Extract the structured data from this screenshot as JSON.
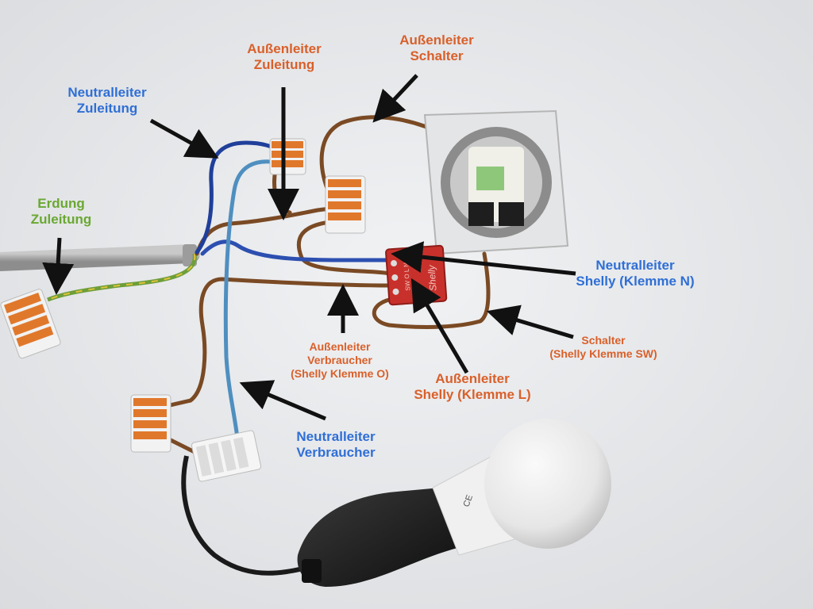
{
  "colors": {
    "background": "#e9eaec",
    "neutral_label": "#2f6fd6",
    "phase_label": "#d9602a",
    "earth_label": "#6aa832",
    "brown_wire": "#7a4a24",
    "blue_wire_dark": "#1f3f9a",
    "blue_wire_light": "#4f8fc0",
    "shelly_red": "#c8312b",
    "wago_orange": "#e0782c"
  },
  "labels": {
    "neutralleiter_zuleitung": {
      "line1": "Neutralleiter",
      "line2": "Zuleitung"
    },
    "aussenleiter_zuleitung": {
      "line1": "Außenleiter",
      "line2": "Zuleitung"
    },
    "aussenleiter_schalter": {
      "line1": "Außenleiter",
      "line2": "Schalter"
    },
    "erdung_zuleitung": {
      "line1": "Erdung",
      "line2": "Zuleitung"
    },
    "neutralleiter_shelly": {
      "line1": "Neutralleiter",
      "line2": "Shelly (Klemme N)"
    },
    "aussenleiter_verbraucher": {
      "line1": "Außenleiter",
      "line2": "Verbraucher",
      "line3": "(Shelly Klemme O)"
    },
    "schalter_shelly": {
      "line1": "Schalter",
      "line2": "(Shelly Klemme SW)"
    },
    "aussenleiter_shelly": {
      "line1": "Außenleiter",
      "line2": "Shelly (Klemme L)"
    },
    "neutralleiter_verbraucher": {
      "line1": "Neutralleiter",
      "line2": "Verbraucher"
    }
  },
  "device_text": {
    "shelly_brand": "Shelly",
    "shelly_terminals": "SW O L N",
    "bulb_marks": "CE"
  },
  "icons": [
    "arrow-icon",
    "light-switch-icon",
    "shelly-relay-icon",
    "wago-connector-icon",
    "light-bulb-icon",
    "lamp-socket-icon"
  ]
}
